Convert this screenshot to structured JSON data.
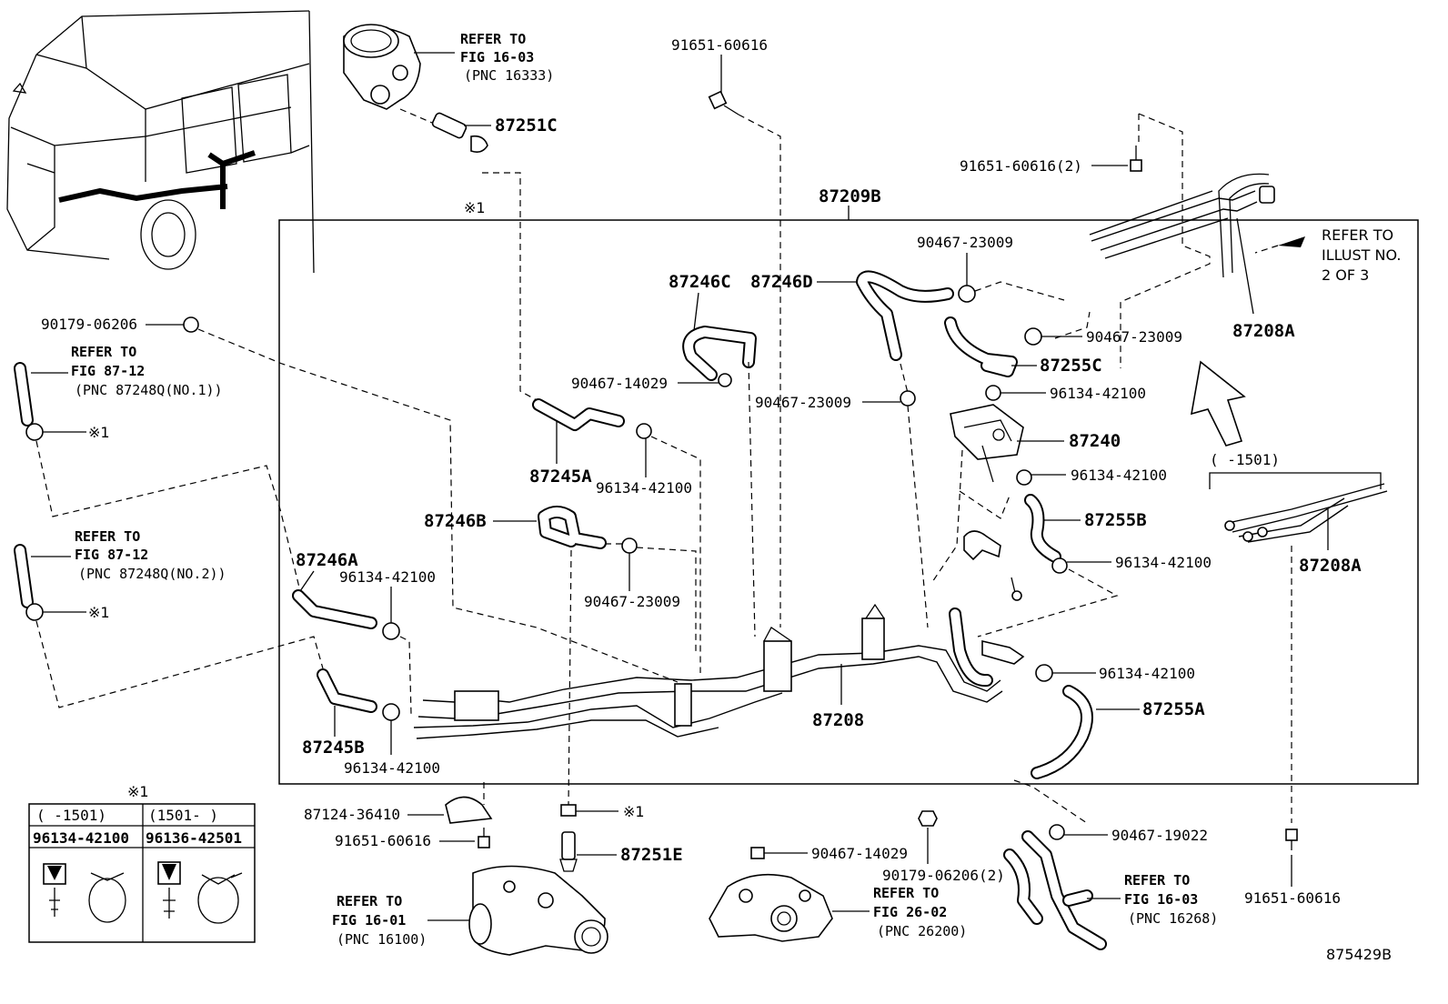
{
  "diagram": {
    "figure_id": "875429B",
    "assembly": "87209B",
    "labels": {
      "p91651_top": "91651-60616",
      "p87251c": "87251C",
      "p91651_2": "91651-60616(2)",
      "p87209b": "87209B",
      "p90467_23009_a": "90467-23009",
      "p87246c": "87246C",
      "p87246d": "87246D",
      "p90467_23009_b": "90467-23009",
      "p87208a_top": "87208A",
      "p90179_left": "90179-06206",
      "p90467_14029_a": "90467-14029",
      "p90467_23009_c": "90467-23009",
      "p87255c": "87255C",
      "p96134_a": "96134-42100",
      "p87240": "87240",
      "p87245a": "87245A",
      "p96134_b": "96134-42100",
      "p96134_c": "96134-42100",
      "p87246b": "87246B",
      "p87255b": "87255B",
      "p87246a": "87246A",
      "p96134_d": "96134-42100",
      "p90467_23009_d": "90467-23009",
      "p96134_e": "96134-42100",
      "p87208a_right": "87208A",
      "p96134_f": "96134-42100",
      "p87255a": "87255A",
      "p87208": "87208",
      "p87245b": "87245B",
      "p96134_g": "96134-42100",
      "p87124": "87124-36410",
      "p91651_bot": "91651-60616",
      "p87251e": "87251E",
      "p90467_14029_b": "90467-14029",
      "p90179_bot": "90179-06206(2)",
      "p90467_19022": "90467-19022",
      "p91651_right": "91651-60616",
      "mark1_a": "※1",
      "mark1_b": "※1",
      "mark1_c": "※1",
      "mark1_d": "※1",
      "range_1501": "(      -1501)"
    },
    "refs": {
      "r1": {
        "l1": "REFER TO",
        "l2": "FIG 16-03",
        "l3": "(PNC 16333)"
      },
      "r2": {
        "l1": "REFER TO",
        "l2": "ILLUST NO.",
        "l3": "2 OF 3"
      },
      "r3": {
        "l1": "REFER TO",
        "l2": "FIG 87-12",
        "l3": "(PNC 87248Q(NO.1))"
      },
      "r4": {
        "l1": "REFER TO",
        "l2": "FIG 87-12",
        "l3": "(PNC 87248Q(NO.2))"
      },
      "r5": {
        "l1": "REFER TO",
        "l2": "FIG 16-01",
        "l3": "(PNC 16100)"
      },
      "r6": {
        "l1": "REFER TO",
        "l2": "FIG 26-02",
        "l3": "(PNC 26200)"
      },
      "r7": {
        "l1": "REFER TO",
        "l2": "FIG 16-03",
        "l3": "(PNC 16268)"
      }
    },
    "legend": {
      "title": "※1",
      "col1_range": "(    -1501)",
      "col2_range": "(1501-     )",
      "col1_part": "96134-42100",
      "col2_part": "96136-42501"
    }
  }
}
